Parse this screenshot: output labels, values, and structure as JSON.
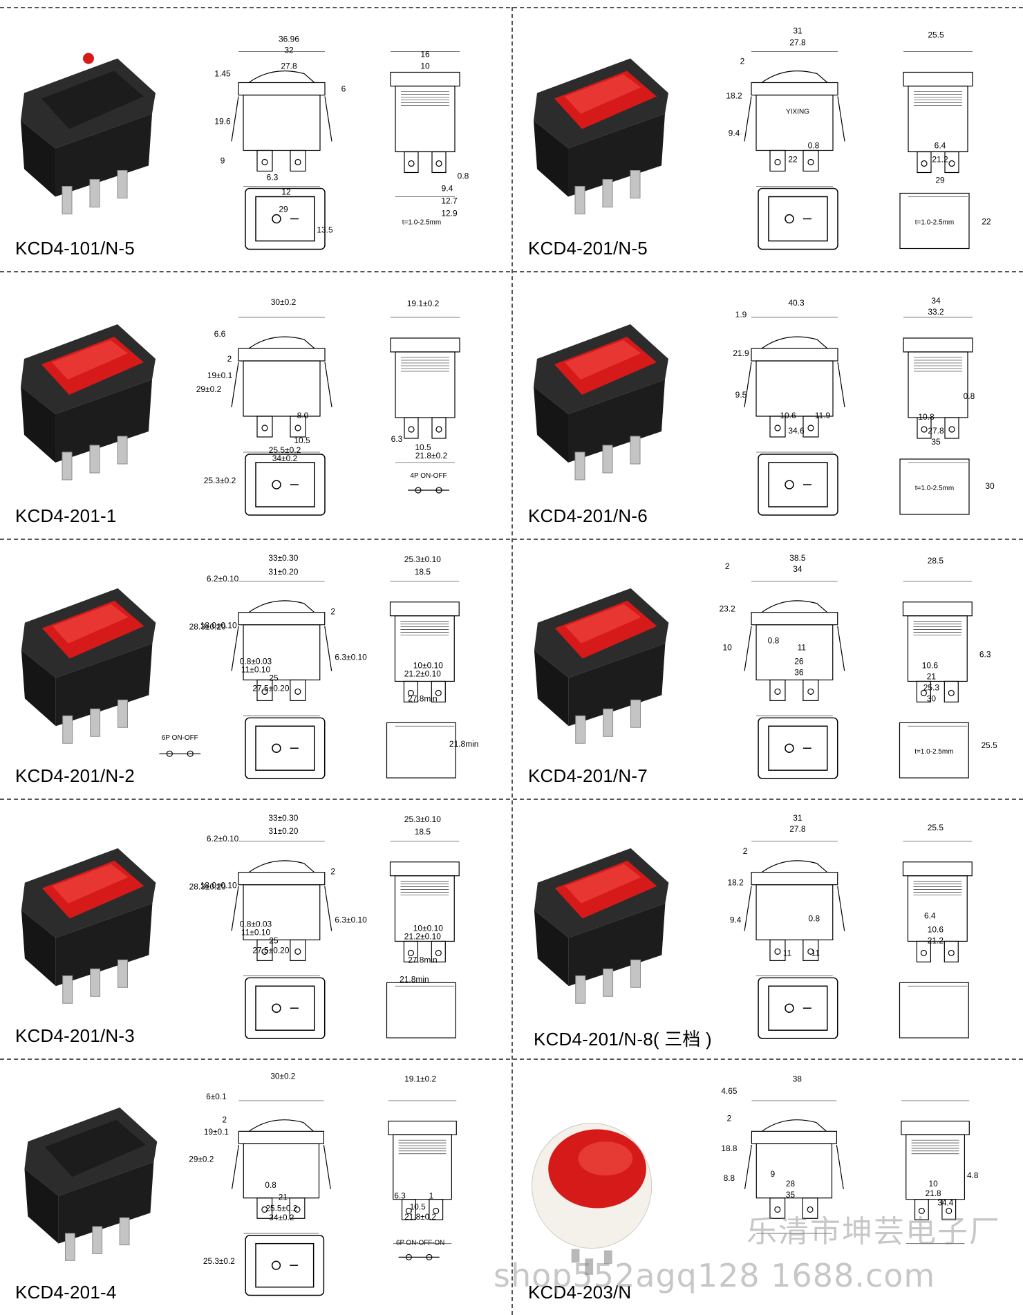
{
  "cells": [
    {
      "model": "KCD4-101/N-5",
      "dims": [
        "36.96",
        "32",
        "27.8",
        "1.45",
        "6",
        "19.6",
        "9",
        "6.3",
        "12",
        "16",
        "10",
        "9.4",
        "0.8",
        "12.7",
        "12.9",
        "29",
        "13.5"
      ],
      "cutout": "t=1.0-2.5mm"
    },
    {
      "model": "KCD4-201/N-5",
      "dims": [
        "31",
        "27.8",
        "2",
        "18.2",
        "9.4",
        "22",
        "0.8",
        "25.5",
        "6.4",
        "21.2",
        "29",
        "22"
      ],
      "cutout": "t=1.0-2.5mm",
      "brand": "YIXING"
    },
    {
      "model": "KCD4-201-1",
      "dims": [
        "30±0.2",
        "6.6",
        "2",
        "19±0.1",
        "29±0.2",
        "8.0",
        "10.5",
        "25.5±0.2",
        "34±0.2",
        "19.1±0.2",
        "6.3",
        "10.5",
        "21.8±0.2",
        "25.3±0.2"
      ],
      "schematic": "4P ON-OFF"
    },
    {
      "model": "KCD4-201/N-6",
      "dims": [
        "40.3",
        "1.9",
        "21.9",
        "9.5",
        "10.6",
        "11.9",
        "34.6",
        "34",
        "33.2",
        "0.8",
        "10.8",
        "27.8",
        "35",
        "30"
      ],
      "cutout": "t=1.0-2.5mm"
    },
    {
      "model": "KCD4-201/N-2",
      "dims": [
        "33±0.30",
        "31±0.20",
        "6.2±0.10",
        "28.3±0.20",
        "18.0±0.10",
        "2",
        "0.8±0.03",
        "11±0.10",
        "25",
        "27.5±0.20",
        "25.3±0.10",
        "18.5",
        "6.3±0.10",
        "10±0.10",
        "21.2±0.10",
        "27.8min",
        "21.8min"
      ],
      "schematic": "6P ON-OFF"
    },
    {
      "model": "KCD4-201/N-7",
      "dims": [
        "38.5",
        "34",
        "2",
        "23.2",
        "10",
        "0.8",
        "11",
        "26",
        "36",
        "28.5",
        "6.3",
        "10.6",
        "21",
        "25.3",
        "30",
        "25.5"
      ],
      "cutout": "t=1.0-2.5mm"
    },
    {
      "model": "KCD4-201/N-3",
      "dims": [
        "33±0.30",
        "31±0.20",
        "6.2±0.10",
        "28.3±0.20",
        "18.0±0.10",
        "2",
        "0.8±0.03",
        "11±0.10",
        "25",
        "27.5±0.20",
        "25.3±0.10",
        "18.5",
        "6.3±0.10",
        "10±0.10",
        "21.2±0.10",
        "27.8min",
        "21.8min"
      ]
    },
    {
      "model": "KCD4-201/N-8( 三档 )",
      "dims": [
        "31",
        "27.8",
        "2",
        "18.2",
        "9.4",
        "0.8",
        "11",
        "11",
        "25.5",
        "6.4",
        "10.6",
        "21.2"
      ]
    },
    {
      "model": "KCD4-201-4",
      "dims": [
        "30±0.2",
        "6±0.1",
        "2",
        "19±0.1",
        "29±0.2",
        "0.8",
        "21",
        "25.5±0.2",
        "34±0.2",
        "19.1±0.2",
        "6.3",
        "1",
        "10.5",
        "21.8±0.2",
        "25.3±0.2"
      ],
      "schematic": "6P  ON-OFF-ON"
    },
    {
      "model": "KCD4-203/N",
      "dims": [
        "38",
        "4.65",
        "2",
        "18.8",
        "8.8",
        "9",
        "28",
        "35",
        "4.8",
        "10",
        "21.8",
        "34.4"
      ]
    }
  ],
  "watermark": {
    "line1": "乐清市坤芸电子厂",
    "line2": "shop552agq128 1688.com"
  },
  "colors": {
    "red": "#d61a1a",
    "black": "#1c1c1c",
    "line": "#000000",
    "dash": "#555555"
  }
}
